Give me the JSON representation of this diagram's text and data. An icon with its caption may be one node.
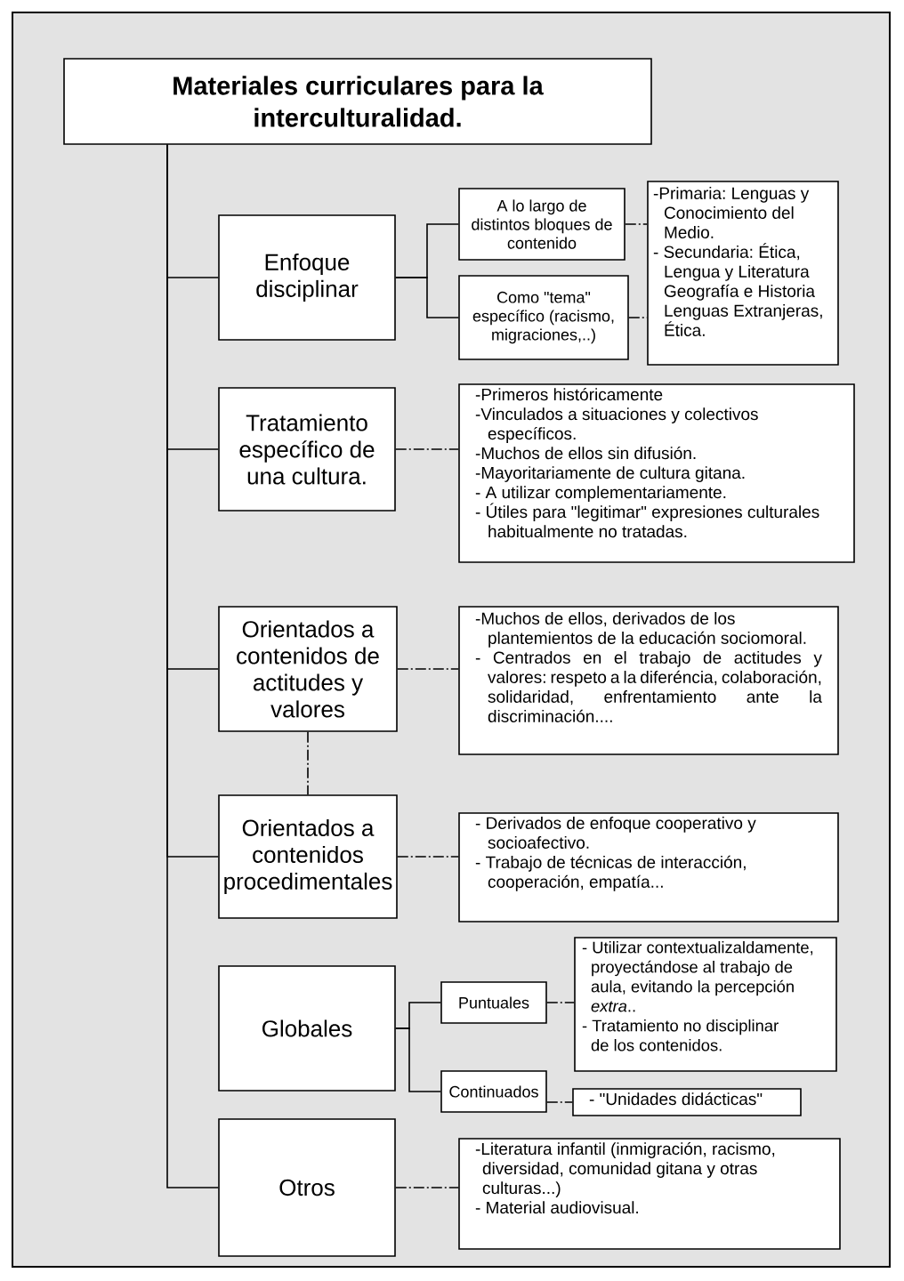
{
  "diagram": {
    "nodes": [
      {
        "text": [
          "Materiales curriculares para la interculturalidad."
        ]
      },
      {
        "text": [
          "Enfoque disciplinar"
        ]
      },
      {
        "text": [
          "A lo largo de distintos bloques de contenido"
        ]
      },
      {
        "text": [
          "Como \"tema\" específico (racismo, migraciones,..)"
        ]
      },
      {
        "text": [
          "-Primaria: Lenguas y Conocimiento del Medio.",
          "- Secundaria: Ética, Lengua y Literatura Geografía e Historia Lenguas Extranjeras, Ética."
        ]
      },
      {
        "text": [
          "Tratamiento específico de una cultura."
        ]
      },
      {
        "text": [
          "-Primeros históricamente",
          "-Vinculados a situaciones y colectivos específicos.",
          "-Muchos de ellos sin difusión.",
          "-Mayoritariamente de cultura gitana.",
          "- A utilizar complementariamente.",
          "- Útiles para \"legitimar\" expresiones culturales habitualmente no tratadas."
        ]
      },
      {
        "text": [
          "Orientados a contenidos de actitudes y valores"
        ]
      },
      {
        "text": [
          "-Muchos de ellos, derivados de los plantemientos de la educación sociomoral.",
          "- Centrados en el trabajo de actitudes y valores: respeto a la diferéncia, colaboración, solidaridad, enfrentamiento ante la discriminación...."
        ]
      },
      {
        "text": [
          "Orientados a contenidos procedimentales"
        ]
      },
      {
        "text": [
          "- Derivados de enfoque cooperativo y socioafectivo.",
          "- Trabajo de técnicas de interacción, cooperación, empatía..."
        ]
      },
      {
        "text": [
          "Globales"
        ]
      },
      {
        "text": [
          "Puntuales"
        ]
      },
      {
        "text": [
          "Continuados"
        ]
      },
      {
        "text": [
          "- Utilizar contextualizaldamente, proyectándose al trabajo de aula, evitando la percepción *extra*..",
          "- Tratamiento no disciplinar de los contenidos."
        ]
      },
      {
        "text": [
          "- \"Unidades didácticas\""
        ]
      },
      {
        "text": [
          "Otros"
        ]
      },
      {
        "text": [
          "-Literatura infantil (inmigración, racismo, diversidad, comunidad gitana y otras culturas...)",
          "- Material audiovisual."
        ]
      }
    ],
    "edges": [
      {
        "from": 0,
        "to": 1,
        "arrow": "none"
      },
      {
        "from": 0,
        "to": 5,
        "arrow": "none"
      },
      {
        "from": 0,
        "to": 7,
        "arrow": "none"
      },
      {
        "from": 0,
        "to": 9,
        "arrow": "none"
      },
      {
        "from": 0,
        "to": 16,
        "arrow": "none"
      },
      {
        "from": 1,
        "to": 2,
        "arrow": "none"
      },
      {
        "from": 1,
        "to": 3,
        "arrow": "none"
      },
      {
        "from": 2,
        "to": 4,
        "arrow": "none",
        "style": "dashed"
      },
      {
        "from": 3,
        "to": 4,
        "arrow": "none",
        "style": "dashed"
      },
      {
        "from": 5,
        "to": 6,
        "arrow": "none",
        "style": "dashed"
      },
      {
        "from": 7,
        "to": 8,
        "arrow": "none",
        "style": "dashed"
      },
      {
        "from": 7,
        "to": 9,
        "arrow": "none",
        "style": "dashed"
      },
      {
        "from": 9,
        "to": 10,
        "arrow": "none",
        "style": "dashed"
      },
      {
        "from": 11,
        "to": 12,
        "arrow": "none"
      },
      {
        "from": 11,
        "to": 13,
        "arrow": "none"
      },
      {
        "from": 12,
        "to": 14,
        "arrow": "none",
        "style": "dashed"
      },
      {
        "from": 13,
        "to": 15,
        "arrow": "none",
        "style": "dashed"
      },
      {
        "from": 16,
        "to": 17,
        "arrow": "none",
        "style": "dashed"
      }
    ]
  }
}
